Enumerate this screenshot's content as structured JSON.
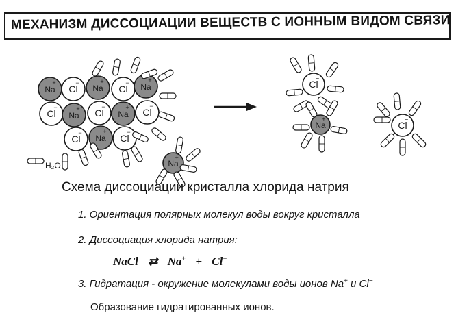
{
  "title": "МЕХАНИЗМ ДИССОЦИАЦИИ ВЕЩЕСТВ С ИОННЫМ ВИДОМ СВЯЗИ",
  "legend_label": "H₂O",
  "ion_labels": {
    "na": "Na",
    "cl": "Cl",
    "plus": "+",
    "minus": "−"
  },
  "caption": "Схема диссоциации кристалла хлорида натрия",
  "steps": {
    "s1": "1. Ориентация полярных молекул воды вокруг кристалла",
    "s2": "2. Диссоциация хлорида натрия:",
    "s3_text": "3. Гидратация - окружение молекулами воды ионов Na",
    "s3_plus": "+",
    "s3_and": " и Cl",
    "s3_minus": "−",
    "s4": "Образование гидратированных ионов."
  },
  "equation": {
    "left": "NaCl",
    "arrows": "⇄",
    "na": "Na",
    "na_charge": "+",
    "plus": "+",
    "cl": "Cl",
    "cl_charge": "−"
  },
  "colors": {
    "na_fill": "#8a8a8a",
    "cl_fill": "#ffffff",
    "ink": "#1a1a1a"
  }
}
